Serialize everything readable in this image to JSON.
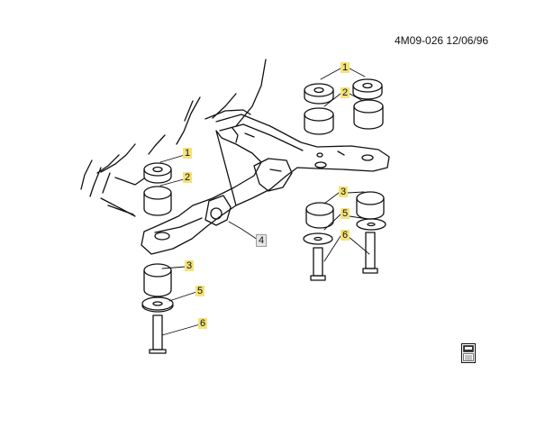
{
  "header": {
    "doc_id": "4M09-026",
    "date": "12/06/96"
  },
  "callouts": [
    {
      "label": "1",
      "highlight": true
    },
    {
      "label": "2",
      "highlight": true
    },
    {
      "label": "1",
      "highlight": true
    },
    {
      "label": "2",
      "highlight": true
    },
    {
      "label": "3",
      "highlight": true
    },
    {
      "label": "5",
      "highlight": true
    },
    {
      "label": "6",
      "highlight": true
    },
    {
      "label": "4",
      "highlight": false
    },
    {
      "label": "3",
      "highlight": true
    },
    {
      "label": "5",
      "highlight": true
    },
    {
      "label": "6",
      "highlight": true
    }
  ],
  "colors": {
    "highlight": "#f4e27a",
    "ink": "#111111",
    "plain_box": "#e6e6e6"
  },
  "icons": [
    "manual-book-icon"
  ]
}
